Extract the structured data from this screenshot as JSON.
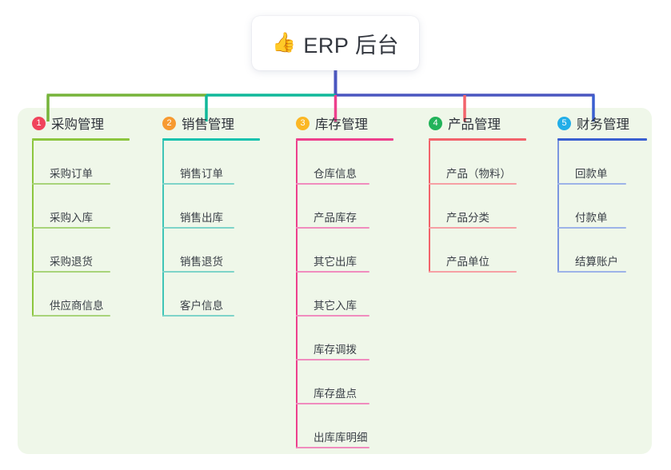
{
  "root": {
    "icon": "thumbs-up-icon",
    "emoji": "👍",
    "label": "ERP 后台"
  },
  "panel": {
    "background": "#eff7e9"
  },
  "connector_colors": {
    "root_stem": "#4a56c0",
    "bar_left": "#76b43a",
    "bar_mid": "#11b89a",
    "bar_right": "#4a56c0",
    "drop_1": "#76b43a",
    "drop_2": "#11b89a",
    "drop_3": "#ed3f8c",
    "drop_4": "#f2636b",
    "drop_5": "#3a5fd0"
  },
  "columns": [
    {
      "number": "1",
      "title": "采购管理",
      "badge_color": "#f0445c",
      "rule_color": "#8cc63f",
      "spine_color": "#8cc63f",
      "leaf_rule_color": "#a8d47a",
      "items": [
        {
          "label": "采购订单"
        },
        {
          "label": "采购入库"
        },
        {
          "label": "采购退货"
        },
        {
          "label": "供应商信息"
        }
      ]
    },
    {
      "number": "2",
      "title": "销售管理",
      "badge_color": "#f79a31",
      "rule_color": "#17c2ae",
      "spine_color": "#3fc5b7",
      "leaf_rule_color": "#7ed4c9",
      "items": [
        {
          "label": "销售订单"
        },
        {
          "label": "销售出库"
        },
        {
          "label": "销售退货"
        },
        {
          "label": "客户信息"
        }
      ]
    },
    {
      "number": "3",
      "title": "库存管理",
      "badge_color": "#fbb724",
      "rule_color": "#ed3f8c",
      "spine_color": "#ed3f8c",
      "leaf_rule_color": "#f08cbe",
      "items": [
        {
          "label": "仓库信息"
        },
        {
          "label": "产品库存"
        },
        {
          "label": "其它出库"
        },
        {
          "label": "其它入库"
        },
        {
          "label": "库存调拨"
        },
        {
          "label": "库存盘点"
        },
        {
          "label": "出库库明细"
        }
      ]
    },
    {
      "number": "4",
      "title": "产品管理",
      "badge_color": "#22b35a",
      "rule_color": "#f2636b",
      "spine_color": "#f2636b",
      "leaf_rule_color": "#f6a0a4",
      "items": [
        {
          "label": "产品（物料）"
        },
        {
          "label": "产品分类"
        },
        {
          "label": "产品单位"
        }
      ]
    },
    {
      "number": "5",
      "title": "财务管理",
      "badge_color": "#22aee8",
      "rule_color": "#3a5fd0",
      "spine_color": "#7b96e0",
      "leaf_rule_color": "#9db3e8",
      "items": [
        {
          "label": "回款单"
        },
        {
          "label": "付款单"
        },
        {
          "label": "结算账户"
        }
      ]
    }
  ]
}
